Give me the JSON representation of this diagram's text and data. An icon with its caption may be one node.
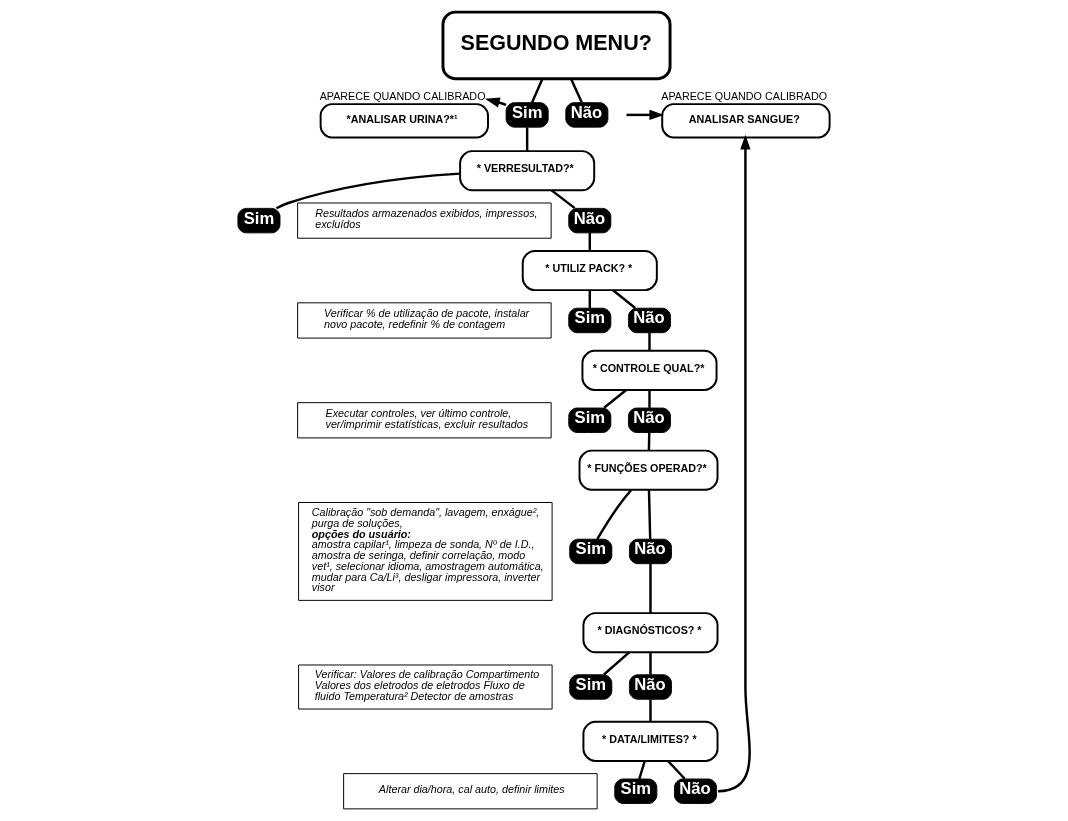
{
  "diagram": {
    "nodes": [
      {
        "text": [
          "SEGUNDO MENU?"
        ]
      },
      {
        "text": [
          "Sim"
        ]
      },
      {
        "text": [
          "Não"
        ]
      },
      {
        "text": [
          "*ANALISAR URINA?*¹"
        ],
        "beside": [
          "APARECE QUANDO CALIBRADO"
        ]
      },
      {
        "text": [
          "ANALISAR SANGUE?"
        ],
        "beside": [
          "APARECE QUANDO CALIBRADO"
        ]
      },
      {
        "text": [
          "* VERRESULTAD?*"
        ]
      },
      {
        "text": [
          "Sim"
        ]
      },
      {
        "text": [
          "Não"
        ]
      },
      {
        "text": [
          "Resultados armazenados exibidos, impressos, excluídos"
        ]
      },
      {
        "text": [
          "* UTILIZ PACK? *"
        ]
      },
      {
        "text": [
          "Sim"
        ]
      },
      {
        "text": [
          "Não"
        ]
      },
      {
        "text": [
          "Verificar % de utilização de pacote, instalar novo pacote, redefinir % de contagem"
        ]
      },
      {
        "text": [
          "* CONTROLE QUAL?*"
        ]
      },
      {
        "text": [
          "Sim"
        ]
      },
      {
        "text": [
          "Não"
        ]
      },
      {
        "text": [
          "Executar controles, ver último controle, ver/imprimir estatísticas, excluir resultados"
        ]
      },
      {
        "text": [
          "* FUNÇÕES OPERAD?*"
        ]
      },
      {
        "text": [
          "Sim"
        ]
      },
      {
        "text": [
          "Não"
        ]
      },
      {
        "text": [
          "Calibração \"sob demanda\", lavagem, enxágue², purga de soluções, **opções do usuário:** amostra capilar¹, limpeza de sonda, Nº de I.D., amostra de seringa, definir correlação, modo vet¹, selecionar idioma, amostragem automática, mudar para Ca/Li³, desligar impressora, inverter visor"
        ]
      },
      {
        "text": [
          "* DIAGNÓSTICOS? *"
        ]
      },
      {
        "text": [
          "Sim"
        ]
      },
      {
        "text": [
          "Não"
        ]
      },
      {
        "text": [
          "Verificar: Valores de calibração Compartimento Valores dos eletrodos de eletrodos Fluxo de fluido Temperatura² Detector de amostras"
        ]
      },
      {
        "text": [
          "* DATA/LIMITES? *"
        ]
      },
      {
        "text": [
          "Sim"
        ]
      },
      {
        "text": [
          "Não"
        ]
      },
      {
        "text": [
          "Alterar dia/hora, cal auto, definir limites"
        ]
      }
    ],
    "edges": [
      {
        "from": 0,
        "to": 1,
        "arrow": "none"
      },
      {
        "from": 0,
        "to": 2,
        "arrow": "none"
      },
      {
        "from": 1,
        "to": 3,
        "arrow": "to"
      },
      {
        "from": null,
        "to": 4,
        "arrow": "to"
      },
      {
        "from": 1,
        "to": 5,
        "arrow": "none"
      },
      {
        "from": 5,
        "to": 6,
        "arrow": "none"
      },
      {
        "from": 5,
        "to": 7,
        "arrow": "none"
      },
      {
        "from": 7,
        "to": 9,
        "arrow": "none"
      },
      {
        "from": 9,
        "to": 10,
        "arrow": "none"
      },
      {
        "from": 9,
        "to": 11,
        "arrow": "none"
      },
      {
        "from": 11,
        "to": 13,
        "arrow": "none"
      },
      {
        "from": 13,
        "to": 14,
        "arrow": "none"
      },
      {
        "from": 13,
        "to": 15,
        "arrow": "none"
      },
      {
        "from": 15,
        "to": 17,
        "arrow": "none"
      },
      {
        "from": 17,
        "to": 18,
        "arrow": "none"
      },
      {
        "from": 17,
        "to": 19,
        "arrow": "none"
      },
      {
        "from": 19,
        "to": 21,
        "arrow": "none"
      },
      {
        "from": 21,
        "to": 22,
        "arrow": "none"
      },
      {
        "from": 21,
        "to": 23,
        "arrow": "none"
      },
      {
        "from": 23,
        "to": 25,
        "arrow": "none"
      },
      {
        "from": 25,
        "to": 26,
        "arrow": "none"
      },
      {
        "from": 25,
        "to": 27,
        "arrow": "none"
      },
      {
        "from": 27,
        "to": 4,
        "arrow": "to"
      }
    ]
  }
}
